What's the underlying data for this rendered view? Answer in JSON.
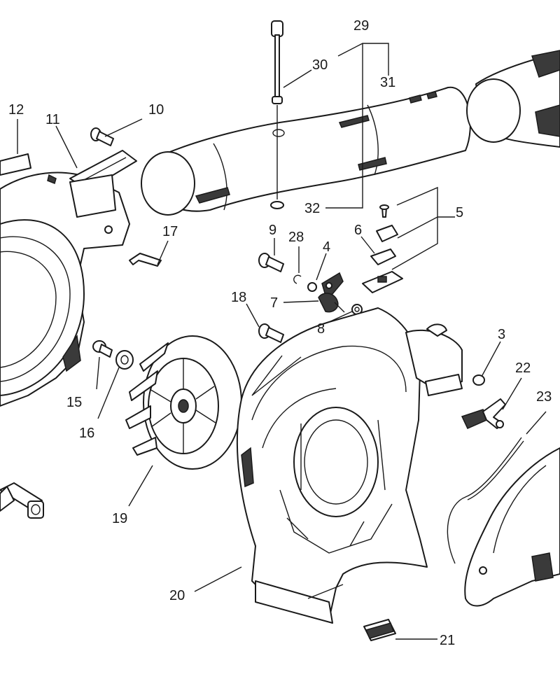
{
  "callouts": [
    "29",
    "30",
    "31",
    "12",
    "10",
    "11",
    "32",
    "5",
    "9",
    "28",
    "6",
    "4",
    "17",
    "7",
    "8",
    "18",
    "3",
    "22",
    "23",
    "15",
    "16",
    "19",
    "20",
    "21"
  ],
  "colors": {
    "line": "#1a1a1a",
    "background": "#ffffff",
    "fill_dark": "#3a3a3a",
    "fill_mid": "#bdbdbd"
  }
}
